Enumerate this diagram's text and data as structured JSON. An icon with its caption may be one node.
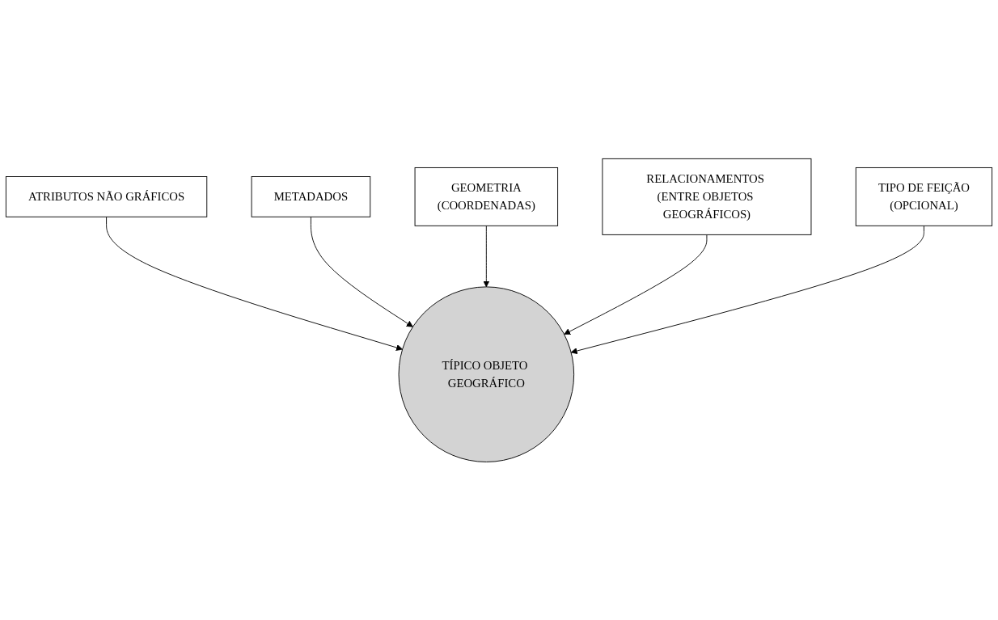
{
  "diagram": {
    "nodes": [
      {
        "text": [
          "ATRIBUTOS NÃO GRÁFICOS"
        ]
      },
      {
        "text": [
          "METADADOS"
        ]
      },
      {
        "text": [
          "GEOMETRIA",
          "(COORDENADAS)"
        ]
      },
      {
        "text": [
          "TÍPICO OBJETO GEOGRÁFICO"
        ]
      },
      {
        "text": [
          "RELACIONAMENTOS (ENTRE OBJETOS GEOGRÁFICOS)"
        ]
      },
      {
        "text": [
          "TIPO DE FEIÇÃO",
          "(OPCIONAL)"
        ]
      }
    ],
    "edges": [
      {
        "from": 0,
        "to": 3,
        "arrow": "to"
      },
      {
        "from": 1,
        "to": 3,
        "arrow": "to"
      },
      {
        "from": 2,
        "to": 3,
        "arrow": "to"
      },
      {
        "from": 4,
        "to": 3,
        "arrow": "to"
      },
      {
        "from": 5,
        "to": 3,
        "arrow": "to"
      }
    ]
  }
}
